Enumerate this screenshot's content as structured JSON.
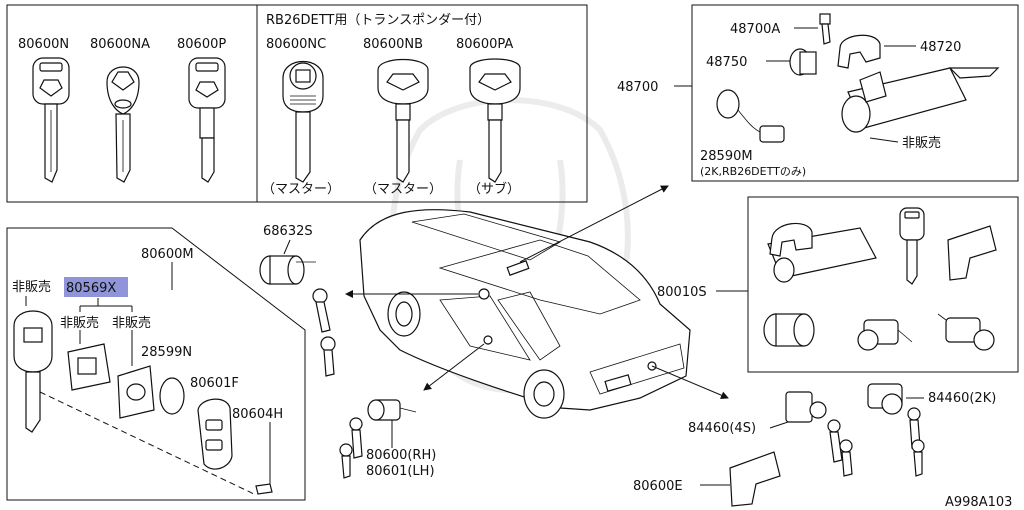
{
  "panel_keys": {
    "labels": [
      "80600N",
      "80600NA",
      "80600P"
    ]
  },
  "panel_rb26": {
    "header": "RB26DETT用（トランスポンダー付）",
    "labels": [
      "80600NC",
      "80600NB",
      "80600PA"
    ],
    "captions": [
      "（マスター）",
      "（マスター）",
      "（サブ）"
    ]
  },
  "panel_ignition": {
    "group_label": "48700",
    "labels": {
      "p48700a": "48700A",
      "p48720": "48720",
      "p48750": "48750",
      "p28590m": "28590M",
      "note": "(2K,RB26DETTのみ)",
      "not_sold": "非販売"
    }
  },
  "panel_set": {
    "group_label": "80010S"
  },
  "panel_keyblank": {
    "group_label": "80600M",
    "highlight_label": "80569X",
    "not_sold": [
      "非販売",
      "非販売",
      "非販売"
    ],
    "labels": {
      "p28599n": "28599N",
      "p80601f": "80601F",
      "p80604h": "80604H"
    }
  },
  "loose_parts": {
    "p68632s": "68632S",
    "p80600rh": "80600(RH)",
    "p80601lh": "80601(LH)",
    "p84460_4s": "84460(4S)",
    "p84460_2k": "84460(2K)",
    "p80600e": "80600E"
  },
  "figure_code": "A998A103"
}
